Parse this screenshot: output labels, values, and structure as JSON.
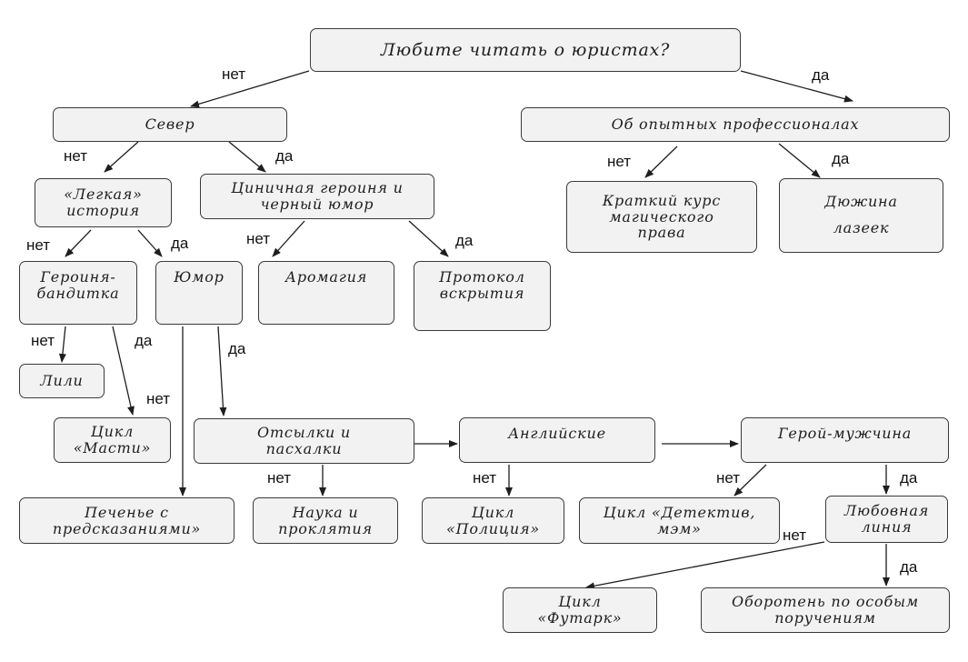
{
  "nodes": {
    "root": "Любите читать о юристах?",
    "sever": "Север",
    "opytnye": "Об опытных профессионалах",
    "legkaya": "«Легкая»\nистория",
    "cinichnaya": "Циничная героиня и\nчерный юмор",
    "kratkiy": "Краткий курс\nмагического\nправа",
    "dyuzhina": "Дюжина\nлазеек",
    "geroinya": "Героиня-\nбандитка",
    "yumor": "Юмор",
    "aromagiya": "Аромагия",
    "protokol": "Протокол\nвскрытия",
    "lili": "Лили",
    "masti": "Цикл\n«Масти»",
    "otsylki": "Отсылки и\nпасхалки",
    "angliyskie": "Английские",
    "geroy": "Герой-мужчина",
    "pechene": "Печенье с\nпредсказаниями»",
    "nauka": "Наука и\nпроклятия",
    "policiya": "Цикл\n«Полиция»",
    "detektiv": "Цикл «Детектив,\nмэм»",
    "lyubovnaya": "Любовная\nлиния",
    "futark": "Цикл\n«Футарк»",
    "oborotens": "Оборотень по особым\nпоручениям"
  },
  "labels": {
    "no": "нет",
    "yes": "да"
  }
}
